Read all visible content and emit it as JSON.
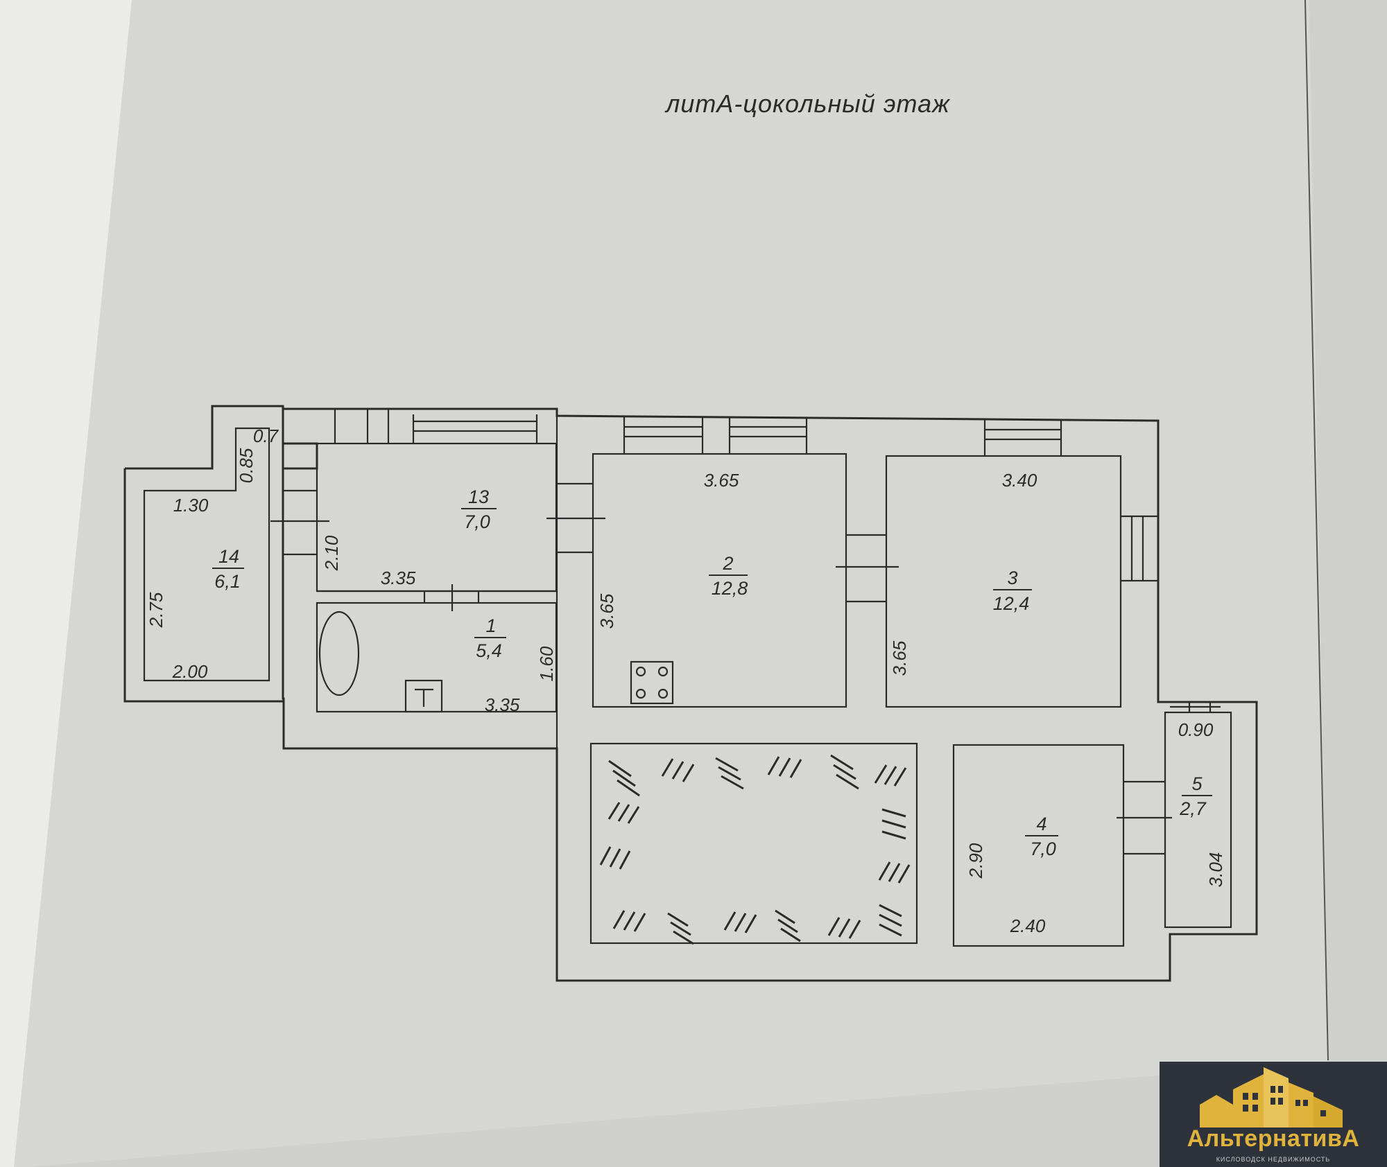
{
  "title": "литА-цокольный этаж",
  "rooms": [
    {
      "id": "14",
      "number": "14",
      "area": "6,1"
    },
    {
      "id": "13",
      "number": "13",
      "area": "7,0"
    },
    {
      "id": "1",
      "number": "1",
      "area": "5,4"
    },
    {
      "id": "2",
      "number": "2",
      "area": "12,8"
    },
    {
      "id": "3",
      "number": "3",
      "area": "12,4"
    },
    {
      "id": "4",
      "number": "4",
      "area": "7,0"
    },
    {
      "id": "5",
      "number": "5",
      "area": "2,7"
    }
  ],
  "dimensions": {
    "r14_top": "1.30",
    "r14_left": "2.75",
    "r14_bottom": "2.00",
    "r14_notch_v": "0.85",
    "r14_notch_h": "0.7",
    "r13_left": "2.10",
    "r13_bottom": "3.35",
    "r1_bottom": "3.35",
    "r1_right": "1.60",
    "r2_top": "3.65",
    "r2_left": "3.65",
    "r3_top": "3.40",
    "r3_left": "3.65",
    "r4_left": "2.90",
    "r4_bottom": "2.40",
    "r5_top": "0.90",
    "r5_right": "3.04"
  },
  "logo": {
    "name": "АльтернативА",
    "tagline": "КИСЛОВОДСК НЕДВИЖИМОСТЬ",
    "colors": {
      "background": "#2e333b",
      "gold": "#e0b43c"
    }
  }
}
